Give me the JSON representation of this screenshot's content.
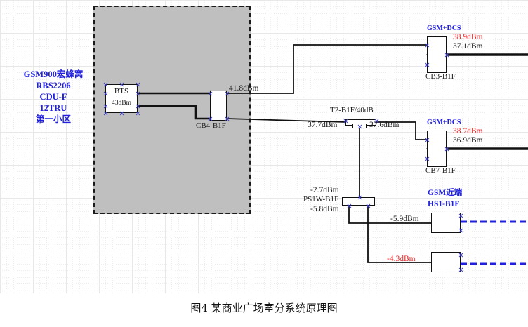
{
  "caption": "图4 某商业广场室分系统原理图",
  "room": {
    "title_lines": [
      "GSM900宏蜂窝",
      "RBS2206",
      "CDU-F",
      "12TRU",
      "第一小区"
    ]
  },
  "devices": {
    "bts": {
      "name": "BTS",
      "power": "43dBm"
    },
    "cb4": {
      "label": "CB4-B1F"
    },
    "cb3": {
      "label": "CB3-B1F",
      "type": "GSM+DCS"
    },
    "cb7": {
      "label": "CB7-B1F",
      "type": "GSM+DCS"
    },
    "t2": {
      "label": "T2-B1F/40dB"
    },
    "ps1": {
      "label": "PS1W-B1F"
    },
    "hs1": {
      "title": "GSM近端",
      "label": "HS1-B1F"
    }
  },
  "levels": {
    "bts_out": "41.8dBm",
    "cb4_out": "37.7dBm",
    "cb3_in_red": "38.9dBm",
    "cb3_out": "37.1dBm",
    "cb7_in_red": "38.7dBm",
    "cb7_out": "36.9dBm",
    "t2_out": "37.6dBm",
    "ps1_in": "-2.7dBm",
    "ps1_out": "-5.8dBm",
    "hs1_in": "-5.9dBm",
    "amp2_in_red": "-4.3dBm"
  },
  "colors": {
    "room_fill": "#bfbfbf",
    "wire": "#111111",
    "blue_text": "#2020dd",
    "red_text": "#ee2222",
    "dashed_rf": "#2020dd"
  },
  "icons": {
    "combiner": "coil-icon",
    "cross": "crossover-icon",
    "amplifier": "bidirectional-amplifier-icon",
    "antenna_feed": "dashed-rf-feed-icon"
  }
}
